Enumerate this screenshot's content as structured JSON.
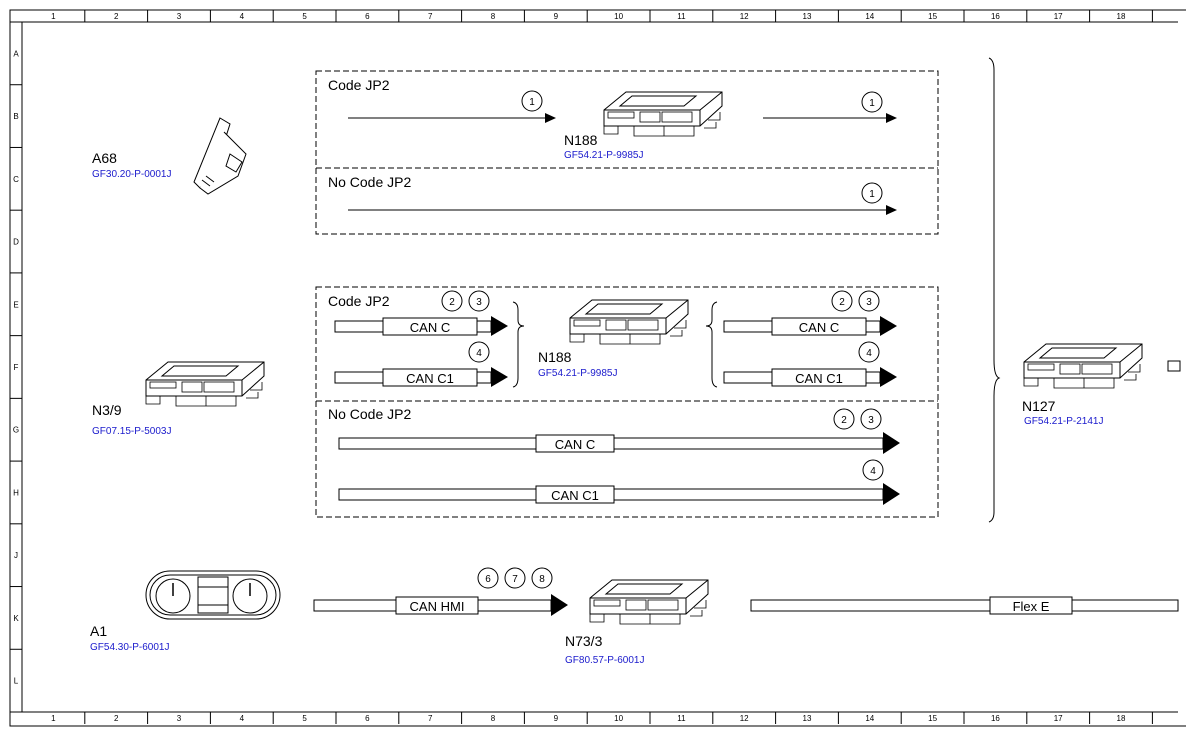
{
  "ruler": {
    "columns": [
      "1",
      "2",
      "3",
      "4",
      "5",
      "6",
      "7",
      "8",
      "9",
      "10",
      "11",
      "12",
      "13",
      "14",
      "15",
      "16",
      "17",
      "18"
    ],
    "rows": [
      "A",
      "B",
      "C",
      "D",
      "E",
      "F",
      "G",
      "H",
      "J",
      "K",
      "L"
    ]
  },
  "components": {
    "a68": {
      "name": "A68",
      "ref": "GF30.20-P-0001J"
    },
    "n3_9": {
      "name": "N3/9",
      "ref": "GF07.15-P-5003J"
    },
    "a1": {
      "name": "A1",
      "ref": "GF54.30-P-6001J"
    },
    "n188_top": {
      "name": "N188",
      "ref": "GF54.21-P-9985J"
    },
    "n188_mid": {
      "name": "N188",
      "ref": "GF54.21-P-9985J"
    },
    "n127": {
      "name": "N127",
      "ref": "GF54.21-P-2141J"
    },
    "n73_3": {
      "name": "N73/3",
      "ref": "GF80.57-P-6001J"
    }
  },
  "sections": {
    "top_code": "Code JP2",
    "top_nocode": "No Code JP2",
    "mid_code": "Code JP2",
    "mid_nocode": "No Code JP2"
  },
  "buses": {
    "can_c": "CAN C",
    "can_c1": "CAN C1",
    "can_hmi": "CAN HMI",
    "flex_e": "Flex E"
  },
  "signals": {
    "s1": "1",
    "s2": "2",
    "s3": "3",
    "s4": "4",
    "s6": "6",
    "s7": "7",
    "s8": "8"
  }
}
